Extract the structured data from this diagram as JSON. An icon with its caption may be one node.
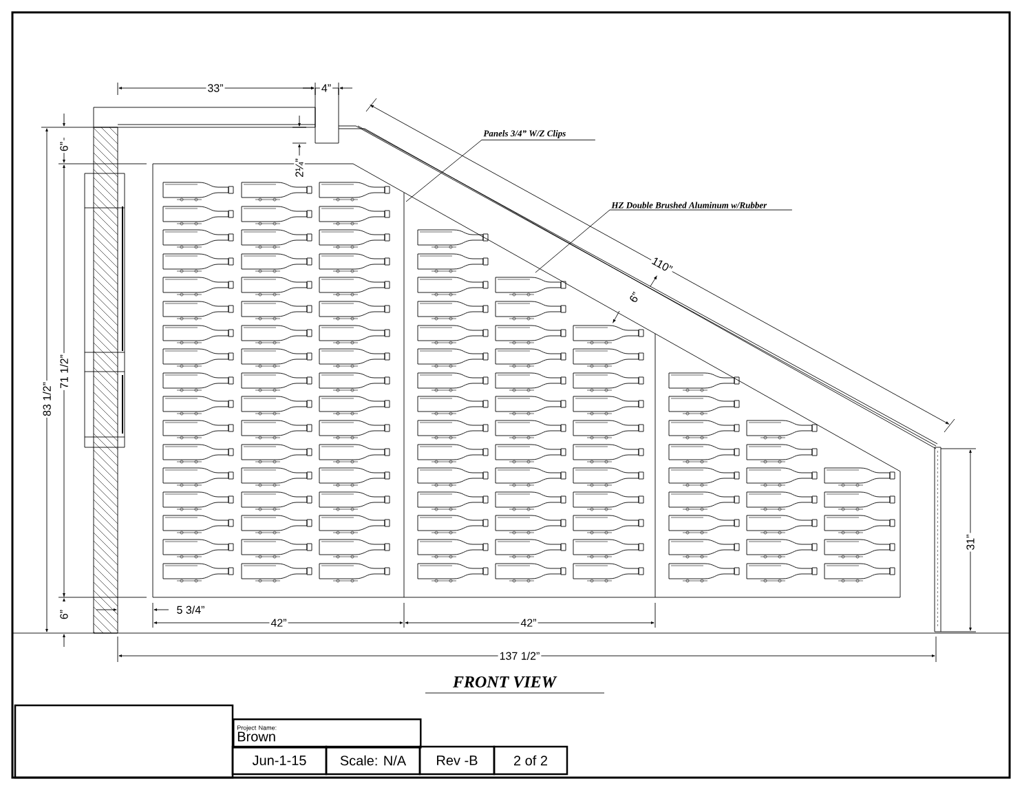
{
  "diagram": {
    "title": "FRONT VIEW",
    "nodes": [
      {
        "text": [
          "Panels 3/4” W/Z Clips"
        ]
      },
      {
        "text": [
          "HZ Double Brushed Aluminum w/Rubber"
        ]
      },
      {
        "text": [
          "Project Name:",
          "Brown"
        ]
      },
      {
        "text": [
          "Jun-1-15"
        ]
      },
      {
        "text": [
          "Scale: N/A"
        ]
      },
      {
        "text": [
          "Rev -B"
        ]
      },
      {
        "text": [
          "2 of 2"
        ]
      }
    ],
    "edges": [
      {
        "from": 0,
        "to": null,
        "arrow": "none"
      },
      {
        "from": 1,
        "to": null,
        "arrow": "none"
      }
    ],
    "labels": [
      "33”",
      "4”",
      "6”",
      "2¼”",
      "110”",
      "6”",
      "83 1/2”",
      "71 1/2”",
      "31”",
      "6”",
      "5 3/4”",
      "42”",
      "42”",
      "137 1/2”"
    ]
  }
}
